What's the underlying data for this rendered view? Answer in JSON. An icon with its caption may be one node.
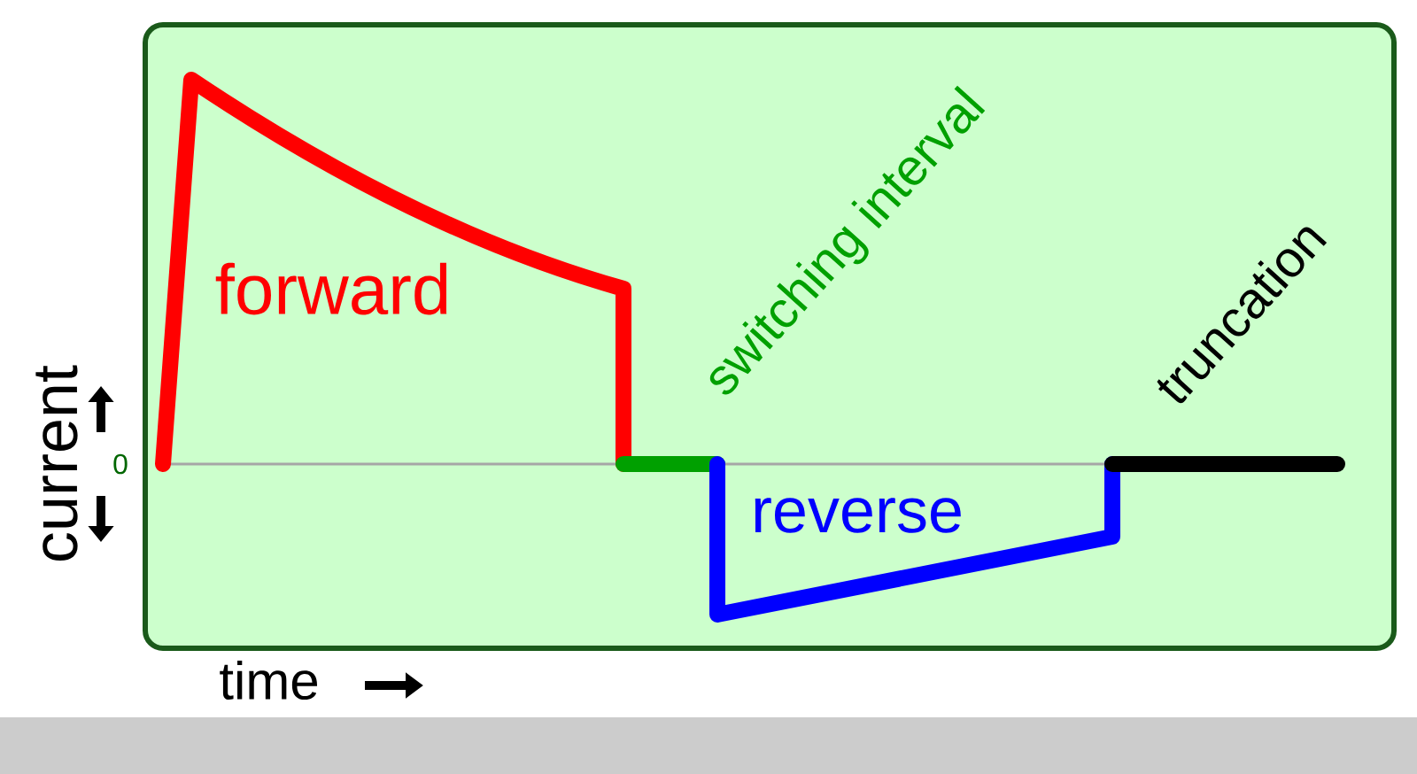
{
  "diagram": {
    "labels": [
      "forward",
      "switching interval",
      "truncation",
      "reverse",
      "current",
      "0",
      "time"
    ]
  }
}
